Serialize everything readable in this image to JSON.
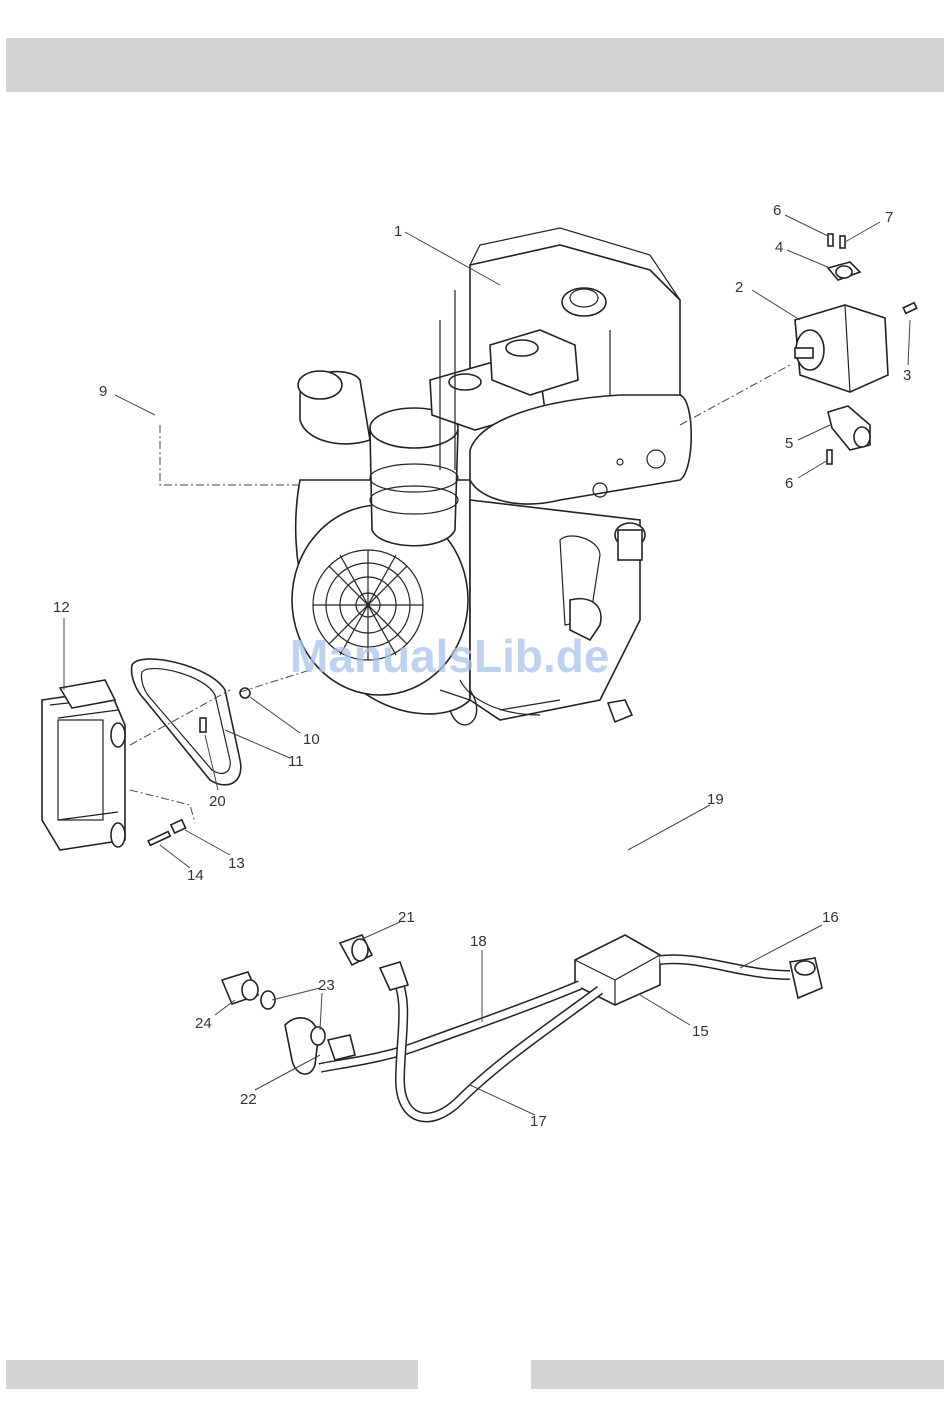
{
  "watermark": "ManualsLib.de",
  "callouts": {
    "c1": "1",
    "c2": "2",
    "c3": "3",
    "c4": "4",
    "c5": "5",
    "c6a": "6",
    "c6b": "6",
    "c7": "7",
    "c9": "9",
    "c10": "10",
    "c11": "11",
    "c12": "12",
    "c13": "13",
    "c14": "14",
    "c15": "15",
    "c16": "16",
    "c17": "17",
    "c18": "18",
    "c19": "19",
    "c20": "20",
    "c21": "21",
    "c22": "22",
    "c23": "23",
    "c24": "24"
  }
}
